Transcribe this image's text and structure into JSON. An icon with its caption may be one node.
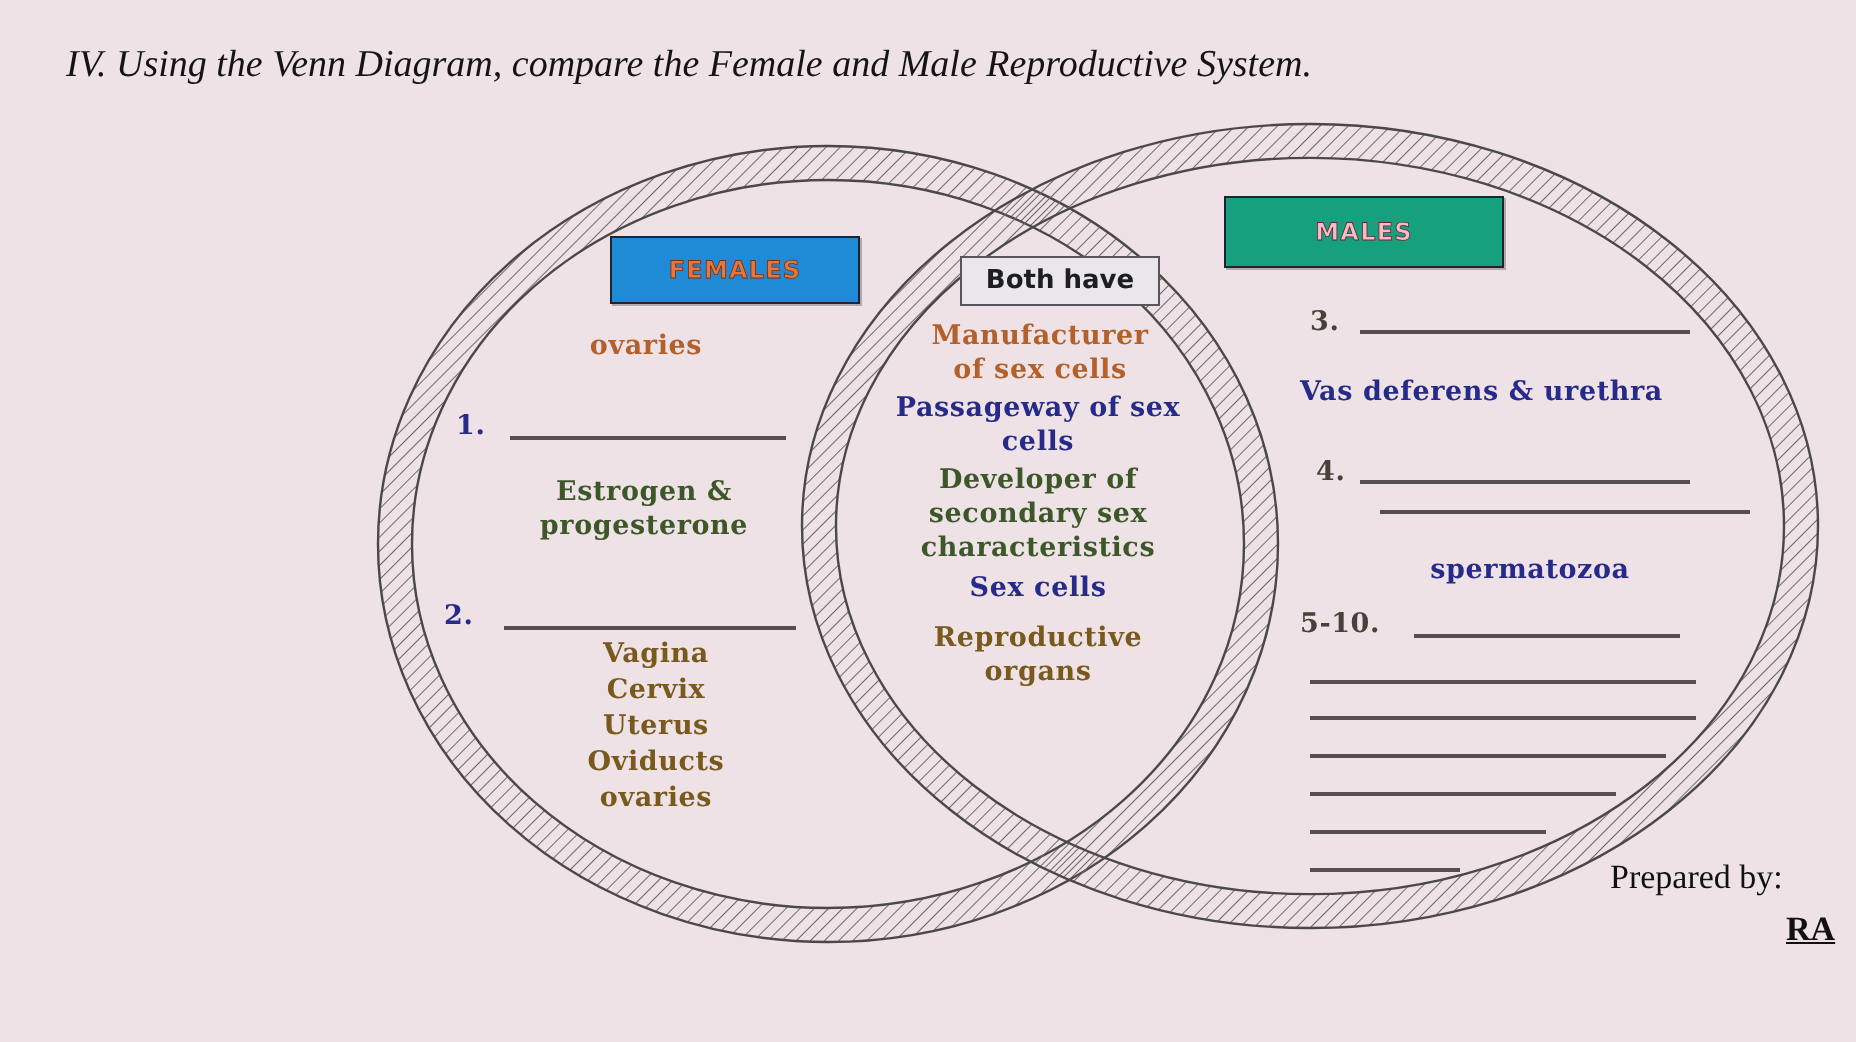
{
  "diagram": {
    "title": "IV. Using the Venn Diagram, compare the Female and Male Reproductive System.",
    "nodes": [
      {
        "text": [
          "ovaries",
          "1.",
          "Estrogen & progesterone",
          "2.",
          "Vagina",
          "Cervix",
          "Uterus",
          "Oviducts",
          "ovaries"
        ]
      },
      {
        "text": [
          "FEMALES"
        ],
        "in": 0
      },
      {
        "text": [
          "Both have"
        ]
      },
      {
        "text": [
          "3.",
          "Vas deferens & urethra",
          "4.",
          "spermatozoa",
          "5-10."
        ]
      },
      {
        "text": [
          "MALES"
        ],
        "in": 3
      }
    ],
    "labels": [
      "Manufacturer of sex cells",
      "Passageway of sex cells",
      "Developer of secondary sex characteristics",
      "Sex cells",
      "Reproductive organs",
      "Prepared by:",
      "RA"
    ]
  }
}
